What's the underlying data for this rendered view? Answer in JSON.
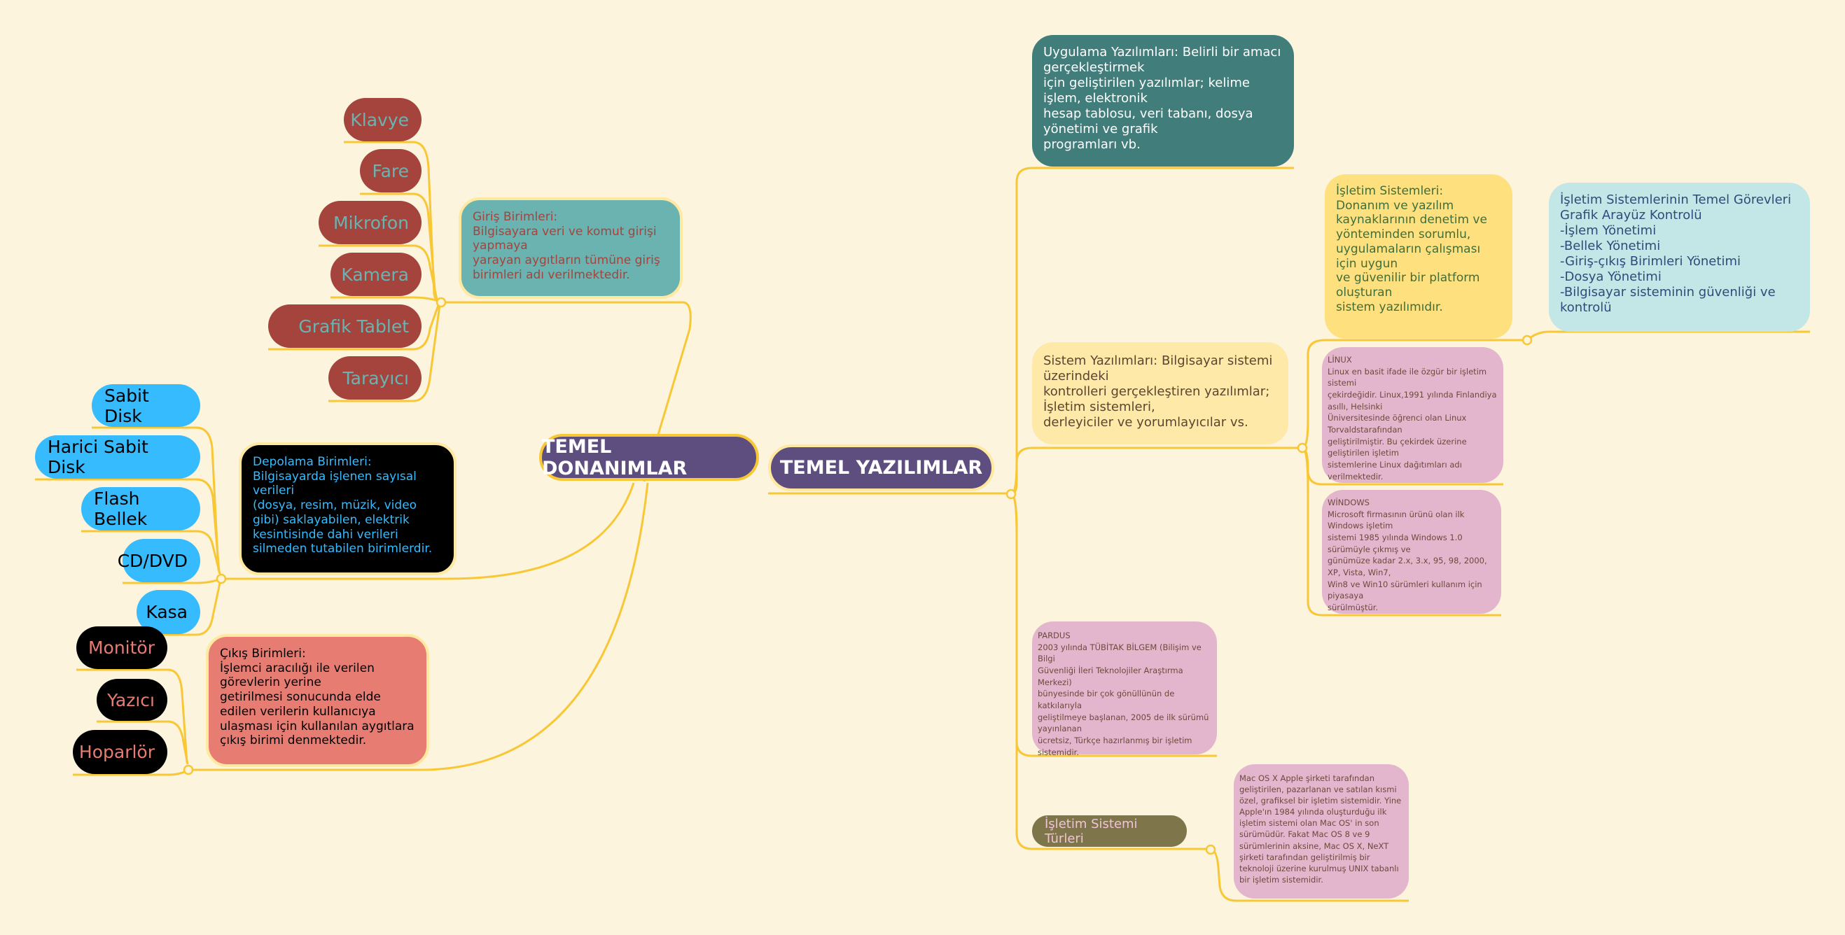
{
  "hardware": {
    "root": "TEMEL DONANIMLAR",
    "input": {
      "text": "Giriş Birimleri:\n Bilgisayara veri ve komut girişi yapmaya\nyarayan aygıtların tümüne giriş birimleri adı verilmektedir.",
      "items": [
        "Klavye",
        "Fare",
        "Mikrofon",
        "Kamera",
        "Grafik Tablet",
        "Tarayıcı"
      ]
    },
    "storage": {
      "text": "Depolama Birimleri:\nBilgisayarda işlenen sayısal verileri\n(dosya, resim, müzik, video gibi) saklayabilen, elektrik\nkesintisinde dahi verileri silmeden tutabilen birimlerdir.",
      "items": [
        "Sabit Disk",
        "Harici Sabit Disk",
        "Flash Bellek",
        "CD/DVD",
        "Kasa"
      ]
    },
    "output": {
      "text": "Çıkış Birimleri:\nİşlemci aracılığı ile verilen görevlerin yerine\ngetirilmesi sonucunda elde edilen verilerin kullanıcıya\nulaşması için kullanılan aygıtlara çıkış birimi denmektedir.",
      "items": [
        "Monitör",
        "Yazıcı",
        "Hoparlör"
      ]
    }
  },
  "software": {
    "root": "TEMEL YAZILIMLAR",
    "application": "Uygulama Yazılımları: Belirli bir amacı gerçekleştirmek\niçin geliştirilen yazılımlar; kelime işlem, elektronik\nhesap tablosu, veri tabanı, dosya yönetimi ve grafik\nprogramları vb.",
    "system": "Sistem Yazılımları: Bilgisayar sistemi üzerindeki\nkontrolleri gerçekleştiren yazılımlar; İşletim sistemleri,\nderleyiciler ve yorumlayıcılar vs.",
    "os": "İşletim Sistemleri:\nDonanım ve yazılım kaynaklarının denetim ve yönteminden sorumlu,\nuygulamaların çalışması için uygun\nve güvenilir bir platform oluşturan\nsistem yazılımıdır.",
    "os_tasks": "İşletim Sistemlerinin Temel Görevleri\nGrafik Arayüz Kontrolü\n-İşlem Yönetimi\n-Bellek Yönetimi\n-Giriş-çıkış Birimleri Yönetimi\n-Dosya Yönetimi\n-Bilgisayar sisteminin güvenliği ve kontrolü",
    "linux": "LİNUX\nLinux en basit ifade ile özgür bir işletim sistemi\nçekirdeğidir. Linux,1991 yılında Finlandiya asıllı, Helsinki\nÜniversitesinde öğrenci olan Linux Torvaldstarafından\ngeliştirilmiştir. Bu çekirdek üzerine geliştirilen işletim\nsistemlerine Linux dağıtımları adı verilmektedir.",
    "windows": "WİNDOWS\nMicrosoft firmasının ürünü olan ilk Windows işletim\nsistemi 1985 yılında Windows 1.0 sürümüyle çıkmış ve\ngünümüze kadar 2.x, 3.x, 95, 98, 2000, XP, Vista, Win7,\nWin8 ve Win10 sürümleri kullanım için piyasaya\nsürülmüştür.",
    "pardus": "PARDUS\n2003 yılında TÜBİTAK BİLGEM (Bilişim ve Bilgi\nGüvenliği İleri Teknolojiler Araştırma Merkezi)\nbünyesinde bir çok gönüllünün de katkılarıyla\ngeliştilmeye başlanan, 2005 de ilk sürümü yayınlanan\nücretsiz, Türkçe hazırlanmış bir işletim sistemidir.",
    "os_types": "İşletim Sistemi Türleri",
    "macos": "Mac OS X\nApple şirketi tarafından geliştirilen, pazarlanan ve satılan kısmi özel, grafiksel bir işletim sistemidir. Yine Apple'ın 1984 yılında oluşturduğu ilk işletim sistemi olan Mac OS' in son sürümüdür. Fakat Mac OS 8 ve 9 sürümlerinin aksine, Mac OS X, NeXT şirketi tarafından geliştirilmiş bir teknoloji üzerine kurulmuş UNIX tabanlı bir işletim sistemidir."
  },
  "colors": {
    "line": "#F8C736",
    "background": "#FCF4DD",
    "root": "#5E4E80"
  }
}
